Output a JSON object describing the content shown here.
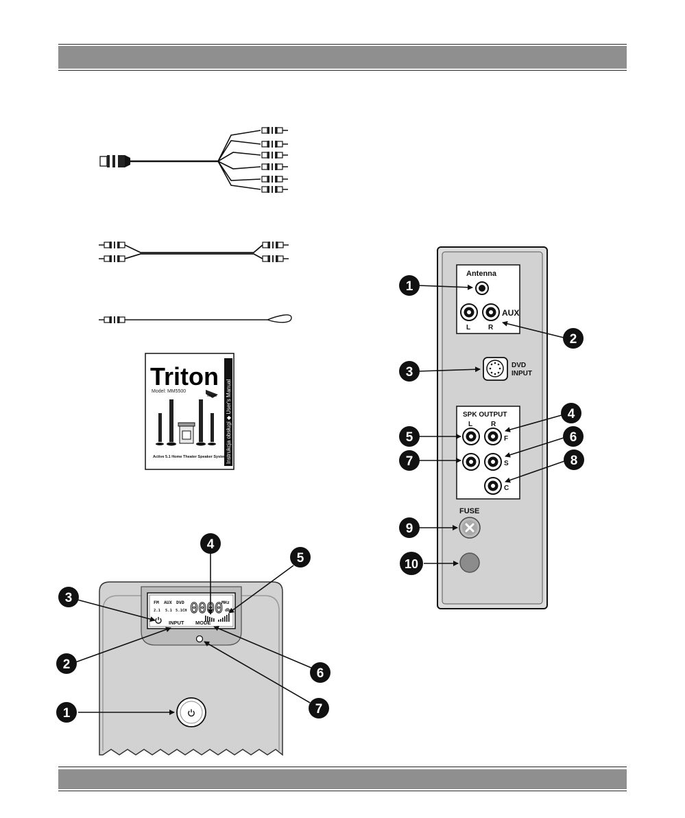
{
  "manual": {
    "brand": "Triton",
    "model": "Model: MM5500",
    "spine": "Instrukcja obsługi ◆ User's Manual",
    "tagline": "Active 5.1 Home Theater Speaker System",
    "logo_text": "Manta"
  },
  "rear_panel": {
    "antenna_label": "Antenna",
    "aux_label": "AUX",
    "aux_l": "L",
    "aux_r": "R",
    "dvd_label_1": "DVD",
    "dvd_label_2": "INPUT",
    "spk_label": "SPK OUTPUT",
    "spk_l": "L",
    "spk_r": "R",
    "spk_f": "F",
    "spk_s": "S",
    "spk_c": "C",
    "fuse_label": "FUSE",
    "callouts": [
      "1",
      "2",
      "3",
      "4",
      "5",
      "6",
      "7",
      "8",
      "9",
      "10"
    ]
  },
  "front_panel": {
    "lcd_fm": "FM",
    "lcd_aux": "AUX",
    "lcd_dvd": "DVD",
    "lcd_21": "2.1",
    "lcd_51": "5.1",
    "lcd_51ch": "5.1CH",
    "lcd_digits": "0000",
    "lcd_mhz": "MHz",
    "lcd_db": "db",
    "input_label": "INPUT",
    "mode_label": "MODE",
    "callouts": [
      "1",
      "2",
      "3",
      "4",
      "5",
      "6",
      "7"
    ]
  },
  "colors": {
    "bar": "#8f8f8f",
    "panel": "#d4d4d4",
    "callout": "#111111"
  }
}
